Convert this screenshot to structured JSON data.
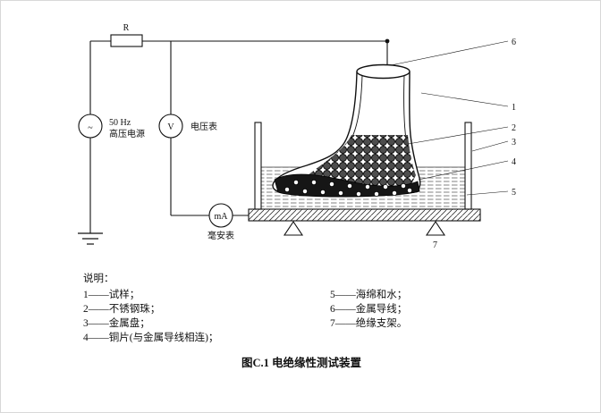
{
  "circuit": {
    "resistor_label": "R",
    "ac_symbol": "~",
    "source_label_line1": "50 Hz",
    "source_label_line2": "高压电源",
    "voltmeter_symbol": "V",
    "voltmeter_label": "电压表",
    "ammeter_symbol": "mA",
    "ammeter_label": "毫安表"
  },
  "callouts": {
    "c1": "1",
    "c2": "2",
    "c3": "3",
    "c4": "4",
    "c5": "5",
    "c6": "6",
    "c7": "7"
  },
  "legend": {
    "heading": "说明：",
    "items_left": [
      "1——试样；",
      "2——不锈钢珠；",
      "3——金属盘；",
      "4——铜片(与金属导线相连)；"
    ],
    "items_right": [
      "5——海绵和水；",
      "6——金属导线；",
      "7——绝缘支架。"
    ]
  },
  "caption": "图C.1  电绝缘性测试装置"
}
